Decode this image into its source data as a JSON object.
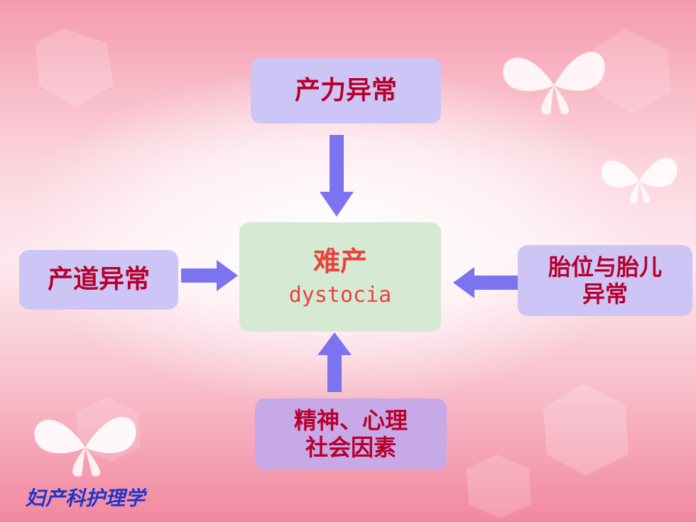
{
  "diagram": {
    "center": {
      "title": "难产",
      "subtitle": "dystocia"
    },
    "top": {
      "label": "产力异常"
    },
    "left": {
      "label": "产道异常"
    },
    "right": {
      "line1": "胎位与胎儿",
      "line2": "异常"
    },
    "bottom": {
      "line1": "精神、心理",
      "line2": "社会因素"
    }
  },
  "footer": {
    "text": "妇产科护理学"
  },
  "colors": {
    "text": "#b8002c",
    "center_text": "#e9433f",
    "box": "#cdc5f5",
    "bottom_box": "#c8a9e8",
    "center_box": "#d6e9d2",
    "arrow": "#7b73f0",
    "footer": "#2233cc"
  }
}
